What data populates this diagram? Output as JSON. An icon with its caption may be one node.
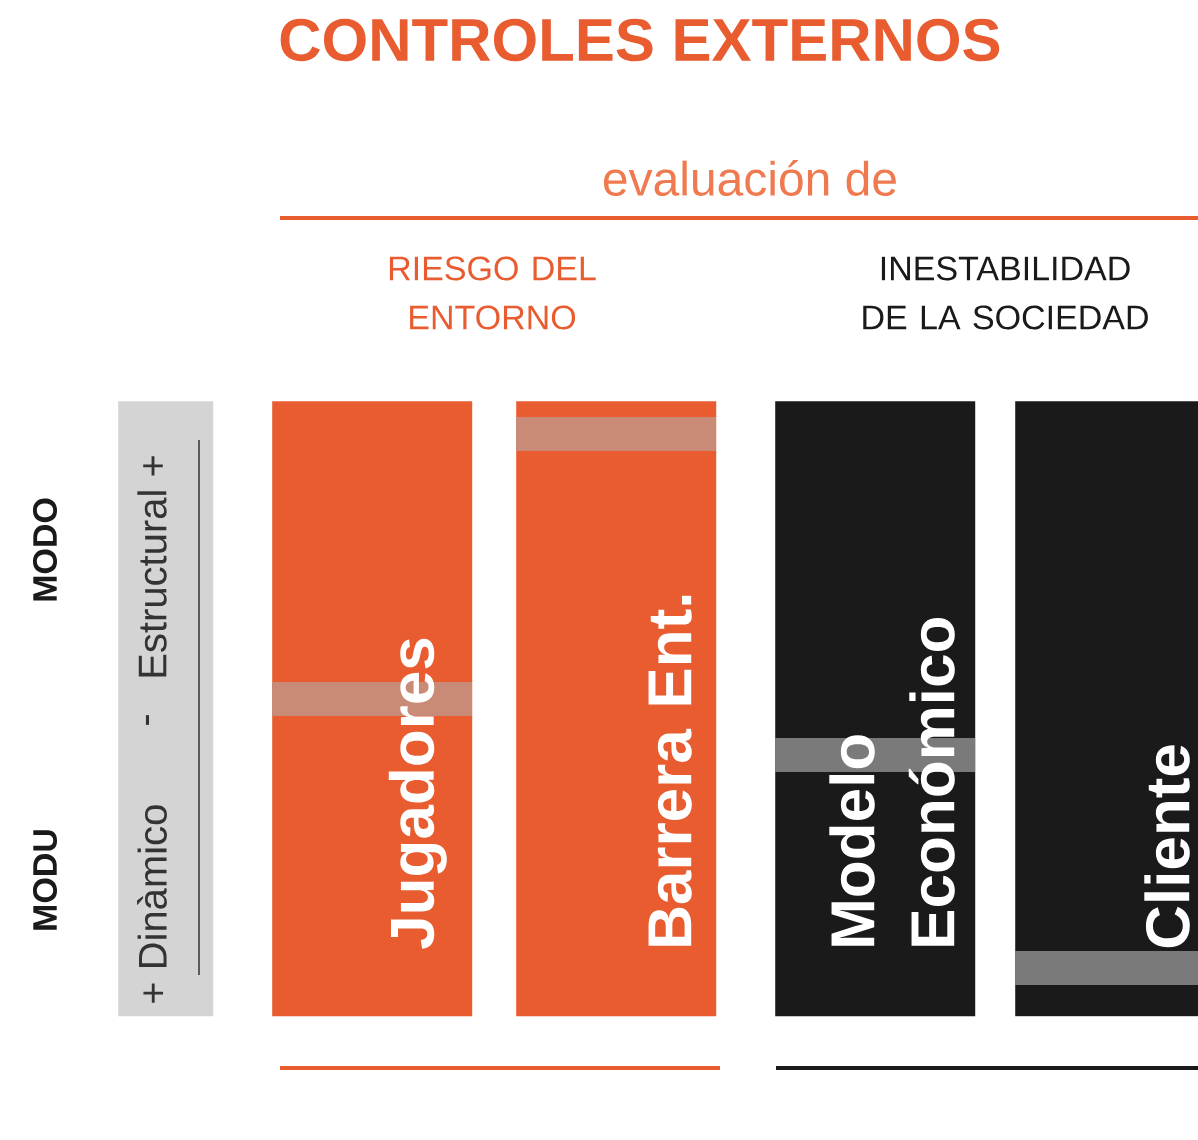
{
  "diagram": {
    "title": "CONTROLES EXTERNOS",
    "nodes": [
      {
        "text": [
          "+ Dinàmico",
          "-",
          "Estructural +"
        ]
      },
      {
        "text": [
          "Jugadores"
        ]
      },
      {
        "text": [
          "Barrera Ent."
        ]
      },
      {
        "text": [
          "Modelo Económico"
        ]
      },
      {
        "text": [
          "Cliente"
        ]
      }
    ],
    "labels": [
      "evaluación de",
      "RIESGO DEL ENTORNO",
      "INESTABILIDAD DE LA SOCIEDAD",
      "MODO",
      "MODU"
    ]
  }
}
